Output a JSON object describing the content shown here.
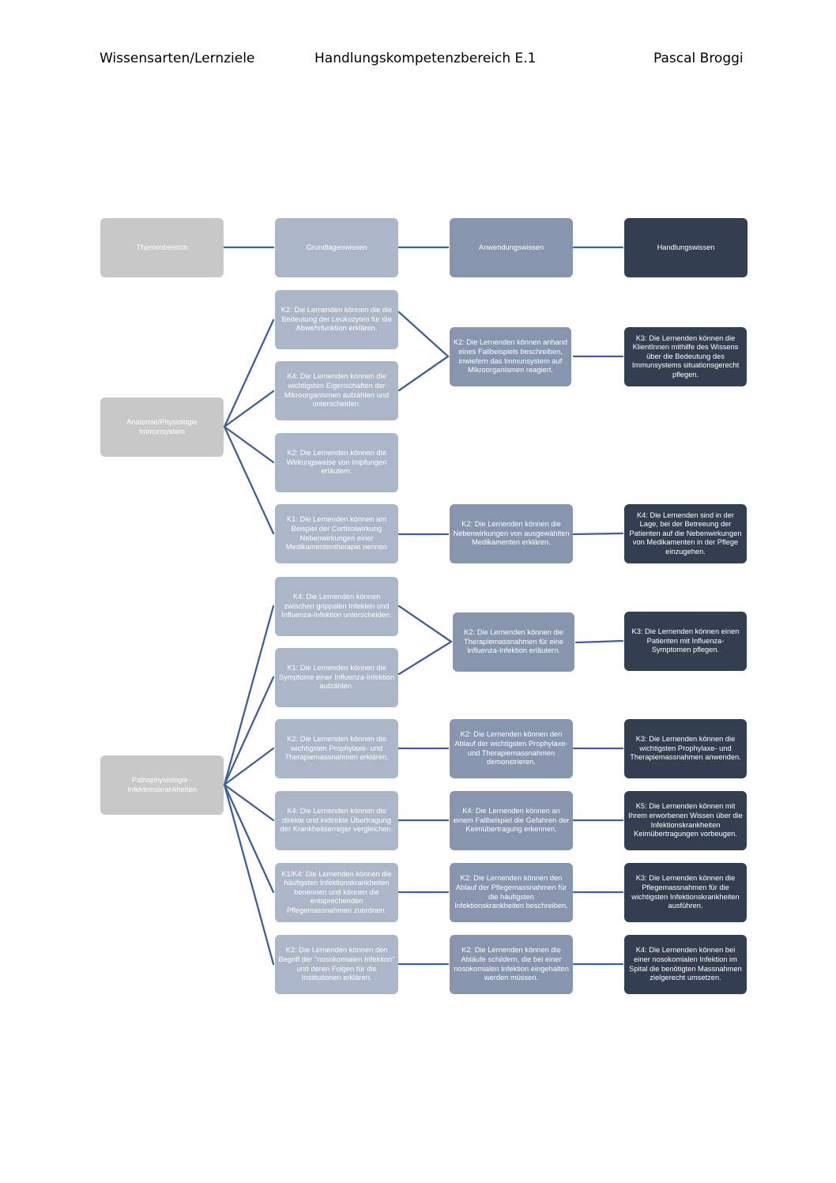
{
  "header": {
    "left": "Wissensarten/Lernziele",
    "center": "Handlungskompetenzbereich E.1",
    "right": "Pascal Broggi"
  },
  "columns": {
    "themenbereich": "Themenbereich",
    "grundlagenwissen": "Grundlagenwissen",
    "anwendungswissen": "Anwendungswissen",
    "handlungswissen": "Handlungswissen"
  },
  "themes": {
    "anatomie": "Anatomie/Physiologie Immunsystem",
    "patho": "Pathophysiologie - Infektionskrankheiten"
  },
  "grundlagen": {
    "g1": "K2: Die Lernenden können die die Bedeutung der Leukozyten für die Abwehrfunktion erklären.",
    "g2": "K4: Die Lernenden können die wichtigsten Eigenschaften der Mikroorganismen aufzählen und unterscheiden.",
    "g3": "K2: Die Lernenden können die Wirkungsweise von Impfungen erläutern.",
    "g4": "K1: Die Lernenden können am Beispiel der Cortisolwirkung Nebenwirkungen einer Medikamententherapie nennen",
    "g5": "K4: Die Lernenden können zwischen grippalen Infekten und Influenza-Infektion unterscheiden.",
    "g6": "K1: Die Lernenden können die Symptome einer Influenza-Infektion aufzählen.",
    "g7": "K2: Die Lernenden können die wichtigsten Prophylaxe- und Therapiemassnahmen erklären.",
    "g8": "K4: Die Lernenden können die direkte und indirekte Übertragung der Krankheitserreger vergleichen.",
    "g9": "K1/K4: Die Lernenden können die häufigsten Infektionskrankheiten benennen und können die entsprechenden Pflegemassnahmen zuordnen.",
    "g10": "K2: Die Lernenden können den Begriff der \"nosokomialen Infektion\" und deren Folgen für die Institutionen erklären."
  },
  "anwendung": {
    "a1": "K2: Die Lernenden können anhand eines Fallbeispiels beschreiben, inwiefern das Immunsystem auf Mikroorganismen reagiert.",
    "a2": "K2: Die Lernenden können die Nebenwirkungen von ausgewählten Medikamenten erklären.",
    "a3": "K2: Die Lernenden können die Therapiemassnahmen für eine Influenza-Infektion erläutern.",
    "a4": "K2: Die Lernenden können den Ablauf der wichtigsten Prophylaxe- und Therapiemassnahmen demonstrieren.",
    "a5": "K4: Die Lernenden können an einem Fallbeispiel die Gefahren der Keimübertragung erkennen.",
    "a6": "K2: Die Lernenden können den Ablauf der Pflegemassnahmen für die häufigsten Infektionskrankheiten beschreiben.",
    "a7": "K2: Die Lernenden können die Abläufe schildern, die bei einer nosokomialen Infektion eingehalten werden müssen."
  },
  "handlung": {
    "h1": "K3: Die Lernenden können die KlientInnen mithilfe des Wissens über die Bedeutung des Immunsystems situationsgerecht pflegen.",
    "h2": "K4: Die Lernenden sind in der Lage, bei der Betreeung der Patienten auf die Nebenwirkungen von Medikamenten in der Pflege einzugehen.",
    "h3": "K3: Die Lernenden können einen Patienten mit Influenza-Symptomen pflegen.",
    "h4": "K3: Die Lernenden können die wichtigsten Prophylaxe- und Therapiemassnahmen anwenden.",
    "h5": "K5: Die Lernenden können mit Ihrem erworbenen Wissen über die Infektionskrankheiten Keimübertragungen vorbeugen.",
    "h6": "K3: Die Lernenden können die Pflegemassnahmen für die wichtigsten Infektionskrankheiten ausführen.",
    "h7": "K4: Die Lernenden können bei einer nosokomialen Infektion im Spital die benötigten Massnahmen zielgerecht umsetzen."
  },
  "colors": {
    "level0": "#c8c8c8",
    "level1": "#abb6c8",
    "level2": "#8795ae",
    "level3": "#333f50",
    "connector": "#3f5f9a"
  }
}
